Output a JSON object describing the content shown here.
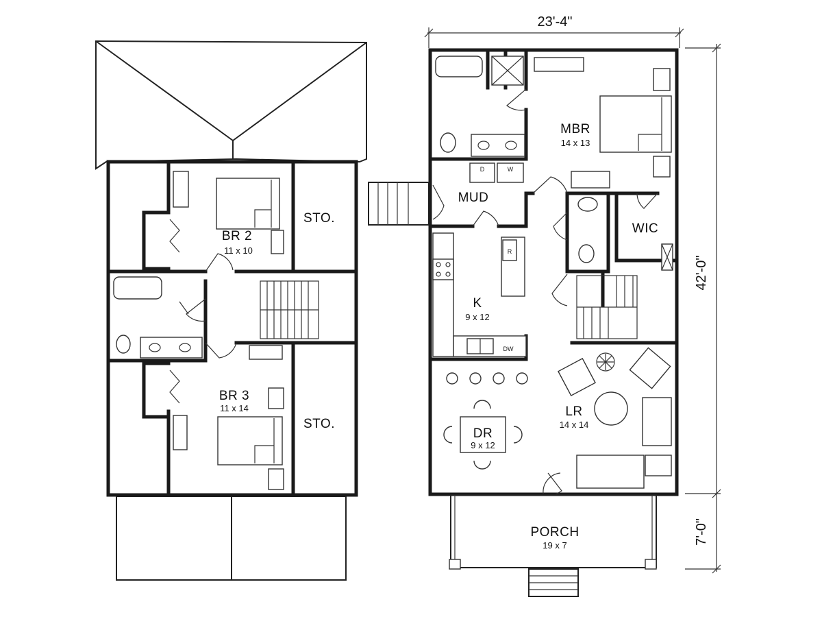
{
  "upper_floor": {
    "rooms": [
      {
        "name": "BR 2",
        "size": "11 x 10"
      },
      {
        "name": "BR 3",
        "size": "11 x 14"
      }
    ],
    "storage_1": "STO.",
    "storage_2": "STO."
  },
  "main_floor": {
    "rooms": [
      {
        "name": "MBR",
        "size": "14 x 13"
      },
      {
        "name": "MUD",
        "size": ""
      },
      {
        "name": "WIC",
        "size": ""
      },
      {
        "name": "K",
        "size": "9 x 12"
      },
      {
        "name": "LR",
        "size": "14 x 14"
      },
      {
        "name": "DR",
        "size": "9 x 12"
      },
      {
        "name": "PORCH",
        "size": "19 x 7"
      }
    ],
    "appliance_labels": {
      "dryer": "D",
      "washer": "W",
      "refrigerator": "R",
      "dishwasher": "DW"
    }
  },
  "dimensions": {
    "width": "23'-4\"",
    "depth": "42'-0\"",
    "porch_depth": "7'-0\""
  }
}
